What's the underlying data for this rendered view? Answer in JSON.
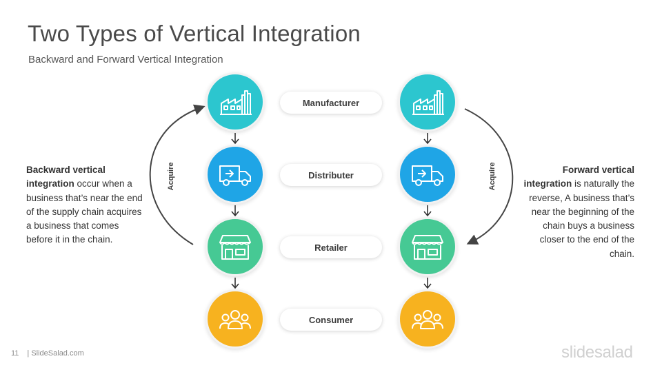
{
  "title": "Two Types of Vertical Integration",
  "subtitle": "Backward and Forward Vertical Integration",
  "stages": [
    {
      "label": "Manufacturer",
      "icon": "factory-icon",
      "color": "#2cc6cf"
    },
    {
      "label": "Distributer",
      "icon": "truck-icon",
      "color": "#1fa5e6"
    },
    {
      "label": "Retailer",
      "icon": "store-icon",
      "color": "#46c994"
    },
    {
      "label": "Consumer",
      "icon": "people-icon",
      "color": "#f7b21f"
    }
  ],
  "backward": {
    "bold": "Backward vertical integration",
    "text": " occur when a business that’s near the end of the supply chain acquires a business that comes before it in the chain.",
    "arrow_label": "Acquire"
  },
  "forward": {
    "bold": "Forward vertical integration",
    "text": " is naturally the reverse, A business that’s near the beginning of the chain buys a business closer to the end of the chain.",
    "arrow_label": "Acquire"
  },
  "footer": {
    "page_number": "11",
    "site": "| SlideSalad.com",
    "brand": "slidesalad"
  }
}
